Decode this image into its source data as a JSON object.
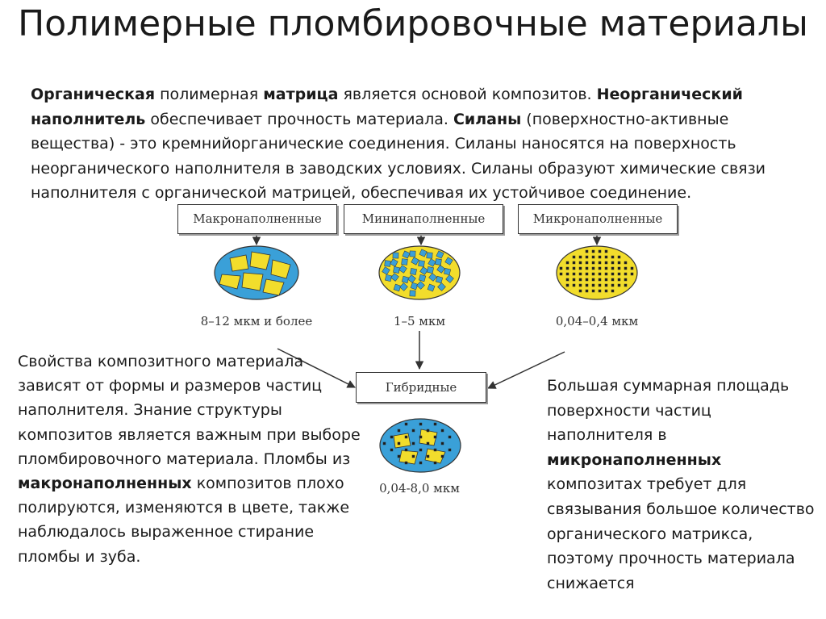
{
  "title": "Полимерные пломбировочные материалы",
  "intro": [
    {
      "text": "Органическая",
      "bold": true
    },
    {
      "text": " полимерная ",
      "bold": false
    },
    {
      "text": "матрица",
      "bold": true
    },
    {
      "text": " является основой композитов. ",
      "bold": false
    },
    {
      "text": "Неорганический наполнитель",
      "bold": true
    },
    {
      "text": " обеспечивает прочность материала. ",
      "bold": false
    },
    {
      "text": "Силаны",
      "bold": true
    },
    {
      "text": " (поверхностно-активные вещества) - это кремнийорганические соединения. Силаны наносятся на поверхность неорганического наполнителя в заводских условиях. Силаны образуют химические связи наполнителя с органической матрицей, обеспечивая их устойчивое соединение.",
      "bold": false
    }
  ],
  "boxes": {
    "macro": "Макронаполненные",
    "mini": "Мининаполненные",
    "micro": "Микронаполненные",
    "hybrid": "Гибридные"
  },
  "sizes": {
    "macro": "8–12 мкм и более",
    "mini": "1–5 мкм",
    "micro": "0,04–0,4 мкм",
    "hybrid": "0,04-8,0 мкм"
  },
  "colors": {
    "matrix_blue": "#3aa0d8",
    "matrix_yellow": "#f2dd2c",
    "filler_blue": "#3aa0d8",
    "filler_yellow": "#f2dd2c",
    "particle_dark": "#1a1a1a"
  },
  "left_text": [
    {
      "text": "Свойства композитного материала зависят от формы и размеров частиц наполнителя. Знание структуры композитов является важным при выборе пломбировочного материала. Пломбы из ",
      "bold": false
    },
    {
      "text": "макронаполненных",
      "bold": true
    },
    {
      "text": " композитов плохо полируются, изменяются в цвете, также наблюдалось выраженное стирание пломбы и зуба.",
      "bold": false
    }
  ],
  "right_text": [
    {
      "text": "Большая суммарная площадь поверхности частиц наполнителя в ",
      "bold": false
    },
    {
      "text": "микронаполненных",
      "bold": true
    },
    {
      "text": " композитах требует для связывания большое количество органического матрикса, поэтому прочность материала снижается",
      "bold": false
    }
  ]
}
